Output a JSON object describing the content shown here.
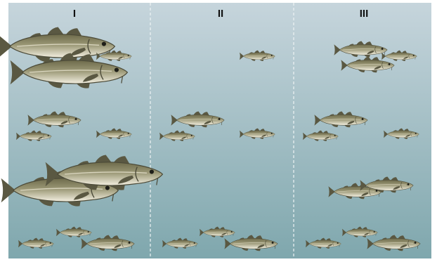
{
  "panels": [
    {
      "label": "I",
      "fish": [
        {
          "size": "large"
        },
        {
          "size": "small"
        },
        {
          "size": "large"
        },
        {
          "size": "medium"
        },
        {
          "size": "small"
        },
        {
          "size": "small"
        },
        {
          "size": "large"
        },
        {
          "size": "large"
        },
        {
          "size": "small"
        },
        {
          "size": "small"
        },
        {
          "size": "medium"
        }
      ]
    },
    {
      "label": "II",
      "fish": [
        {
          "size": "small"
        },
        {
          "size": "medium"
        },
        {
          "size": "small"
        },
        {
          "size": "small"
        },
        {
          "size": "small"
        },
        {
          "size": "small"
        },
        {
          "size": "medium"
        }
      ]
    },
    {
      "label": "III",
      "fish": [
        {
          "size": "medium"
        },
        {
          "size": "small"
        },
        {
          "size": "medium"
        },
        {
          "size": "medium"
        },
        {
          "size": "small"
        },
        {
          "size": "small"
        },
        {
          "size": "medium"
        },
        {
          "size": "medium"
        },
        {
          "size": "small"
        },
        {
          "size": "small"
        },
        {
          "size": "medium"
        }
      ]
    }
  ],
  "colors": {
    "water_top": "#c6d5dc",
    "water_bottom": "#7fa7ad",
    "divider": "#eef3f4",
    "fish_back": "#6d6a4b",
    "fish_belly": "#f3efe0",
    "fin": "#5a5842",
    "label": "#111111"
  }
}
